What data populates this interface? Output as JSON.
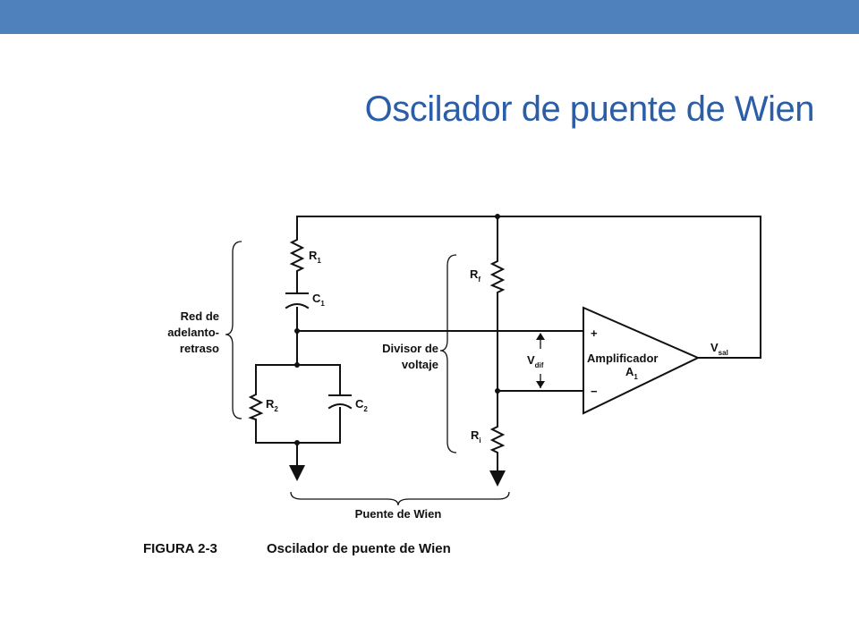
{
  "slide": {
    "title": "Oscilador de puente de Wien",
    "bar_color": "#4f81bd",
    "title_color": "#2b5ea7"
  },
  "diagram": {
    "labels": {
      "r1": "R",
      "r1_sub": "1",
      "c1": "C",
      "c1_sub": "1",
      "r2": "R",
      "r2_sub": "2",
      "c2": "C",
      "c2_sub": "2",
      "rf": "R",
      "rf_sub": "f",
      "ri": "R",
      "ri_sub": "i",
      "vdif": "V",
      "vdif_sub": "dif",
      "vsal": "V",
      "vsal_sub": "sal",
      "plus": "+",
      "minus": "−",
      "amp_line1": "Amplificador",
      "amp_line2": "A",
      "amp_sub": "1",
      "red_line1": "Red de",
      "red_line2": "adelanto-",
      "red_line3": "retraso",
      "div_line1": "Divisor de",
      "div_line2": "voltaje",
      "puente": "Puente de Wien"
    },
    "caption": {
      "number": "FIGURA 2-3",
      "text": "Oscilador de puente de Wien"
    }
  }
}
